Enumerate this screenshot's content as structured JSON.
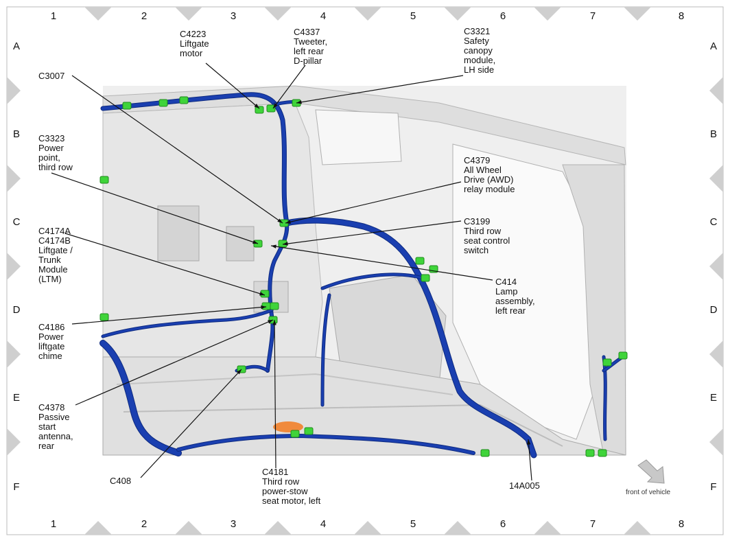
{
  "grid": {
    "columns": [
      "1",
      "2",
      "3",
      "4",
      "5",
      "6",
      "7",
      "8"
    ],
    "rows": [
      "A",
      "B",
      "C",
      "D",
      "E",
      "F"
    ]
  },
  "callouts": {
    "c4223": "C4223\nLiftgate\nmotor",
    "c4337": "C4337\nTweeter,\nleft rear\nD-pillar",
    "c3321": "C3321\nSafety\ncanopy\nmodule,\nLH side",
    "c3007": "C3007",
    "c3323": "C3323\nPower\npoint,\nthird row",
    "c4379": "C4379\nAll Wheel\nDrive (AWD)\nrelay module",
    "c3199": "C3199\nThird row\nseat control\nswitch",
    "c4174": "C4174A\nC4174B\nLiftgate /\nTrunk\nModule\n(LTM)",
    "c414": "C414\nLamp\nassembly,\nleft rear",
    "c4186": "C4186\nPower\nliftgate\nchime",
    "c4378": "C4378\nPassive\nstart\nantenna,\nrear",
    "c408": "C408",
    "c4181": "C4181\nThird row\npower-stow\nseat motor, left",
    "harness": "14A005"
  },
  "front_of_vehicle": "front of vehicle",
  "colors": {
    "harness": "#1a3fb0",
    "harness_dark": "#0d2a80",
    "connector": "#3fd43a",
    "body_gray": "#e3e3e3",
    "body_line": "#b5b5b5",
    "grid_marker": "#cfcfcf",
    "leader": "#111111"
  }
}
